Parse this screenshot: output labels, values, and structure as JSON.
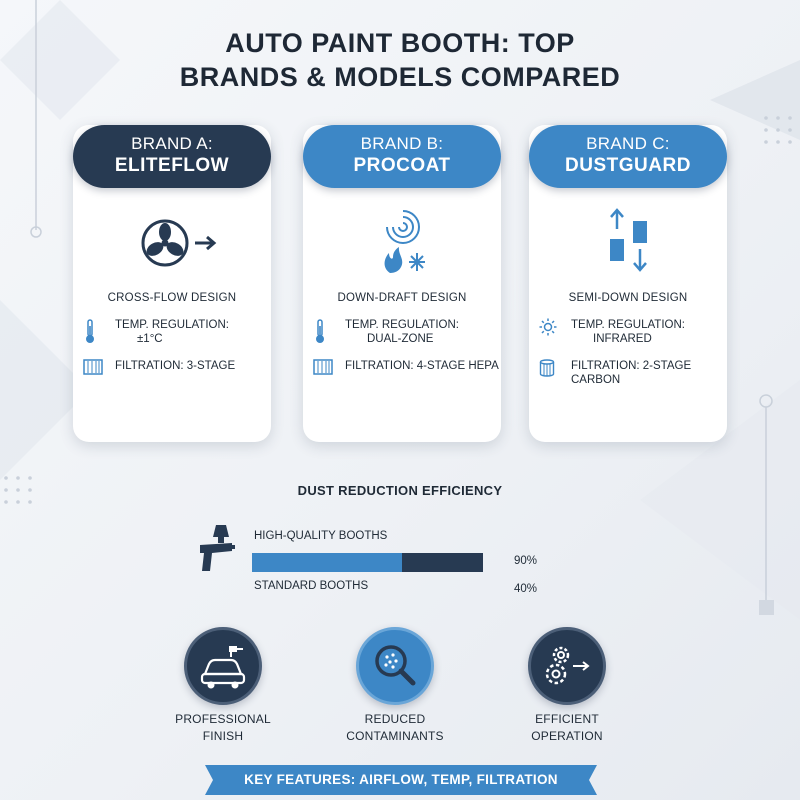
{
  "title": {
    "line1": "AUTO PAINT BOOTH: TOP",
    "line2": "BRANDS & MODELS COMPARED"
  },
  "brands": [
    {
      "brand": "BRAND A:",
      "model": "ELITEFLOW",
      "header_color": "#273a52",
      "icon": "fan-airflow-icon",
      "design": "CROSS-FLOW DESIGN",
      "temp_label": "TEMP. REGULATION:",
      "temp_value": "±1°C",
      "filtration": "FILTRATION: 3-STAGE"
    },
    {
      "brand": "BRAND B:",
      "model": "PROCOAT",
      "header_color": "#3d87c6",
      "icon": "swirl-flame-snowflake-icon",
      "design": "DOWN-DRAFT DESIGN",
      "temp_label": "TEMP. REGULATION:",
      "temp_value": "DUAL-ZONE",
      "filtration": "FILTRATION: 4-STAGE HEPA"
    },
    {
      "brand": "BRAND C:",
      "model": "DUSTGUARD",
      "header_color": "#3d87c6",
      "icon": "up-down-flow-icon",
      "design": "SEMI-DOWN DESIGN",
      "temp_label": "TEMP. REGULATION:",
      "temp_value": "INFRARED",
      "filtration": "FILTRATION: 2-STAGE CARBON"
    }
  ],
  "efficiency": {
    "title": "DUST REDUCTION EFFICIENCY",
    "high_label": "HIGH-QUALITY BOOTHS",
    "high_value": "90%",
    "standard_label": "STANDARD BOOTHS",
    "standard_value": "40%",
    "bar_fill_fraction": 0.65,
    "icon": "spray-gun-icon"
  },
  "features": [
    {
      "line1": "PROFESSIONAL",
      "line2": "FINISH",
      "icon": "car-spray-icon"
    },
    {
      "line1": "REDUCED",
      "line2": "CONTAMINANTS",
      "icon": "magnifier-particles-icon"
    },
    {
      "line1": "EFFICIENT",
      "line2": "OPERATION",
      "icon": "gears-icon"
    }
  ],
  "footer": {
    "ribbon_text": "KEY FEATURES: AIRFLOW, TEMP, FILTRATION"
  },
  "colors": {
    "navy": "#273a52",
    "blue": "#3d87c6",
    "text": "#1f2a36"
  }
}
